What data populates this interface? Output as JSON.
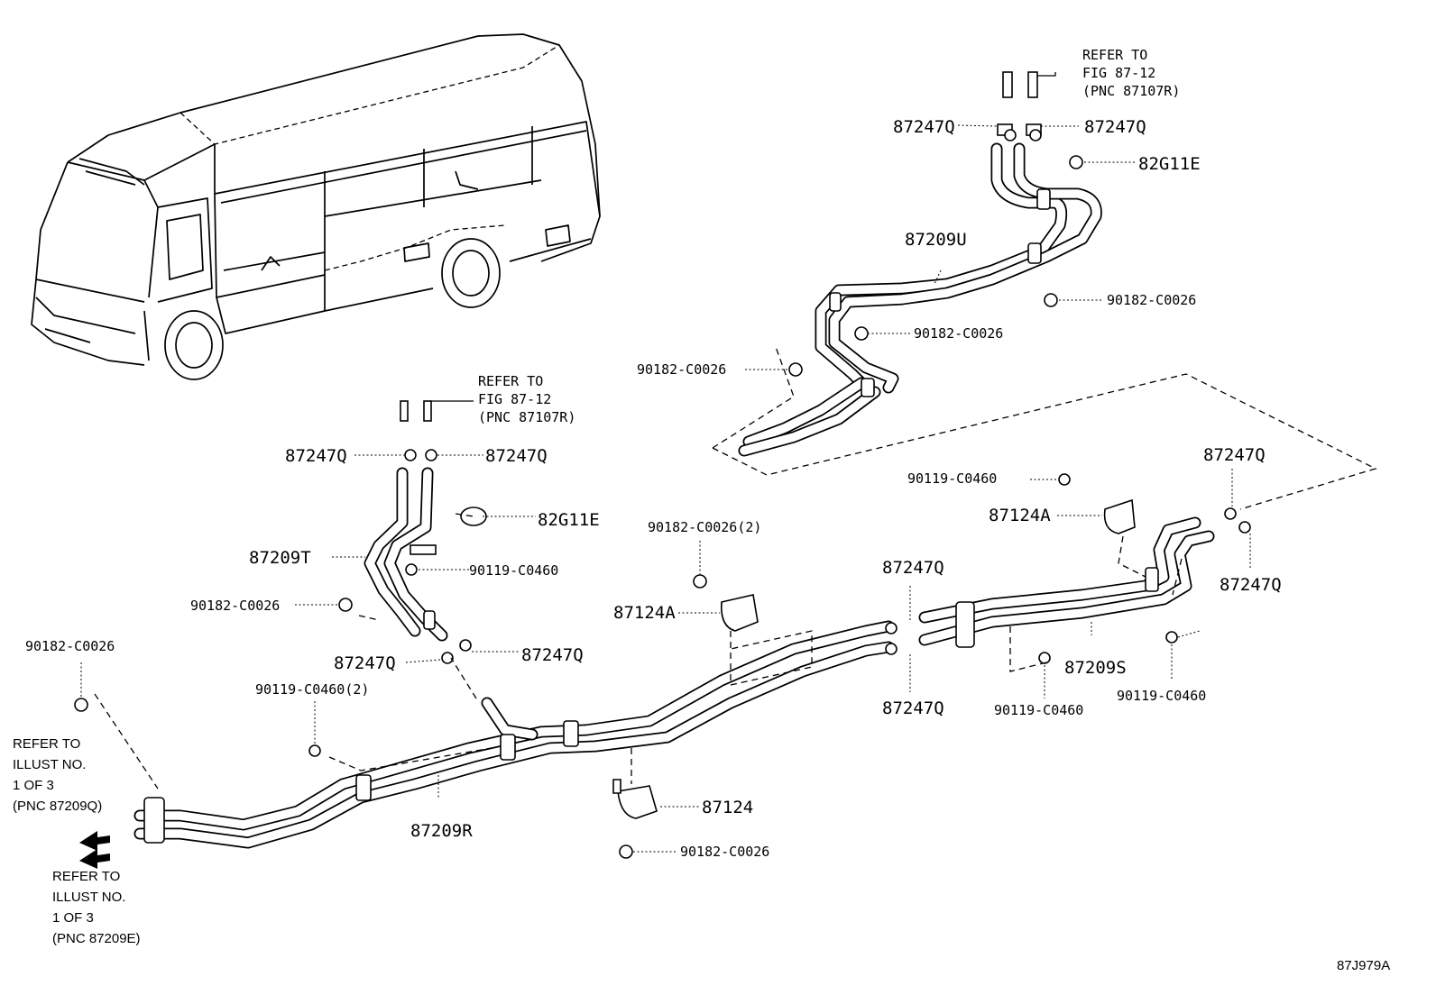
{
  "diagram": {
    "figure_code": "87J979A",
    "callouts": {
      "c_87247Q_tl": "87247Q",
      "c_87247Q_tr": "87247Q",
      "c_82G11E_top": "82G11E",
      "c_87209U": "87209U",
      "c_90182_a": "90182-C0026",
      "c_90182_b": "90182-C0026",
      "c_90182_c": "90182-C0026",
      "c_87247Q_ml": "87247Q",
      "c_87247Q_mr": "87247Q",
      "c_82G11E_mid": "82G11E",
      "c_87209T": "87209T",
      "c_90119_mid": "90119-C0460",
      "c_90182_d": "90182-C0026",
      "c_90182_2": "90182-C0026(2)",
      "c_87124A_mid": "87124A",
      "c_90182_left": "90182-C0026",
      "c_87247Q_lo_l": "87247Q",
      "c_87247Q_lo_r": "87247Q",
      "c_90119_2": "90119-C0460(2)",
      "c_87209R": "87209R",
      "c_87124": "87124",
      "c_90182_bottom": "90182-C0026",
      "c_87247Q_c1": "87247Q",
      "c_87247Q_c2": "87247Q",
      "c_90119_right": "90119-C0460",
      "c_87124A_right": "87124A",
      "c_87247Q_r1": "87247Q",
      "c_87247Q_r2": "87247Q",
      "c_87209S": "87209S",
      "c_90119_rb1": "90119-C0460",
      "c_90119_rb2": "90119-C0460"
    },
    "refer_top": [
      "REFER TO",
      "FIG 87-12",
      "(PNC 87107R)"
    ],
    "refer_mid": [
      "REFER TO",
      "FIG 87-12",
      "(PNC 87107R)"
    ],
    "refer_left_1": [
      "REFER TO",
      "ILLUST NO.",
      "1 OF 3",
      "(PNC 87209Q)"
    ],
    "refer_left_2": [
      "REFER TO",
      "ILLUST NO.",
      "1 OF 3",
      "(PNC 87209E)"
    ]
  }
}
